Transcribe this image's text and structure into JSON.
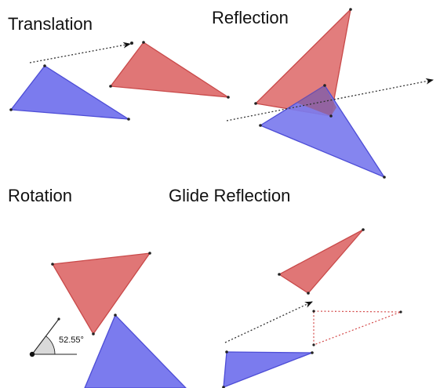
{
  "panels": {
    "translation": {
      "title": "Translation"
    },
    "reflection": {
      "title": "Reflection"
    },
    "rotation": {
      "title": "Rotation",
      "angle_label": "52.55°"
    },
    "glide_reflection": {
      "title": "Glide Reflection"
    }
  },
  "colors": {
    "preimage_fill": "#7b7bee",
    "preimage_stroke": "#4d4dd6",
    "image_fill": "#e07676",
    "image_stroke": "#c94a4a",
    "vector_line": "#333333",
    "point": "#222222",
    "dotted_red": "#d44a4a"
  }
}
